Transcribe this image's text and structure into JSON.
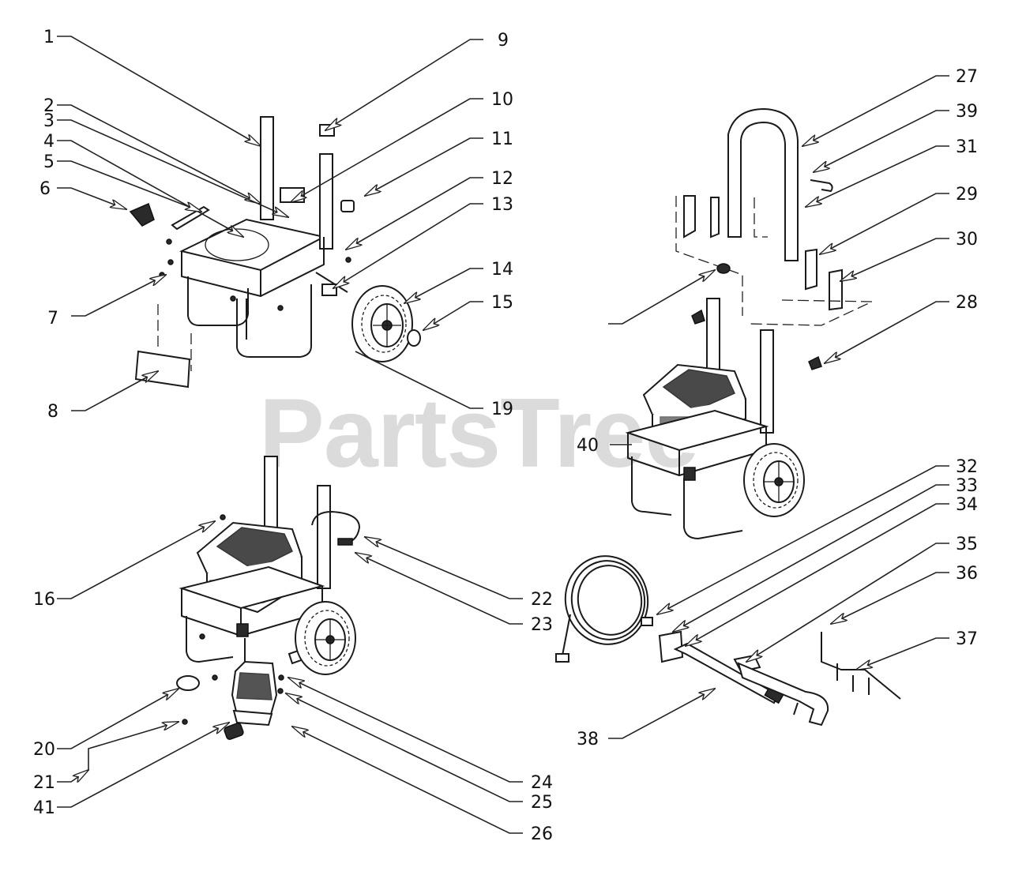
{
  "watermark": "PartsTree",
  "callouts": [
    "1",
    "2",
    "3",
    "4",
    "5",
    "6",
    "7",
    "8",
    "9",
    "10",
    "11",
    "12",
    "13",
    "14",
    "15",
    "16",
    "19",
    "20",
    "21",
    "22",
    "23",
    "24",
    "25",
    "26",
    "27",
    "28",
    "29",
    "30",
    "31",
    "32",
    "33",
    "34",
    "35",
    "36",
    "37",
    "38",
    "39",
    "40",
    "41"
  ]
}
